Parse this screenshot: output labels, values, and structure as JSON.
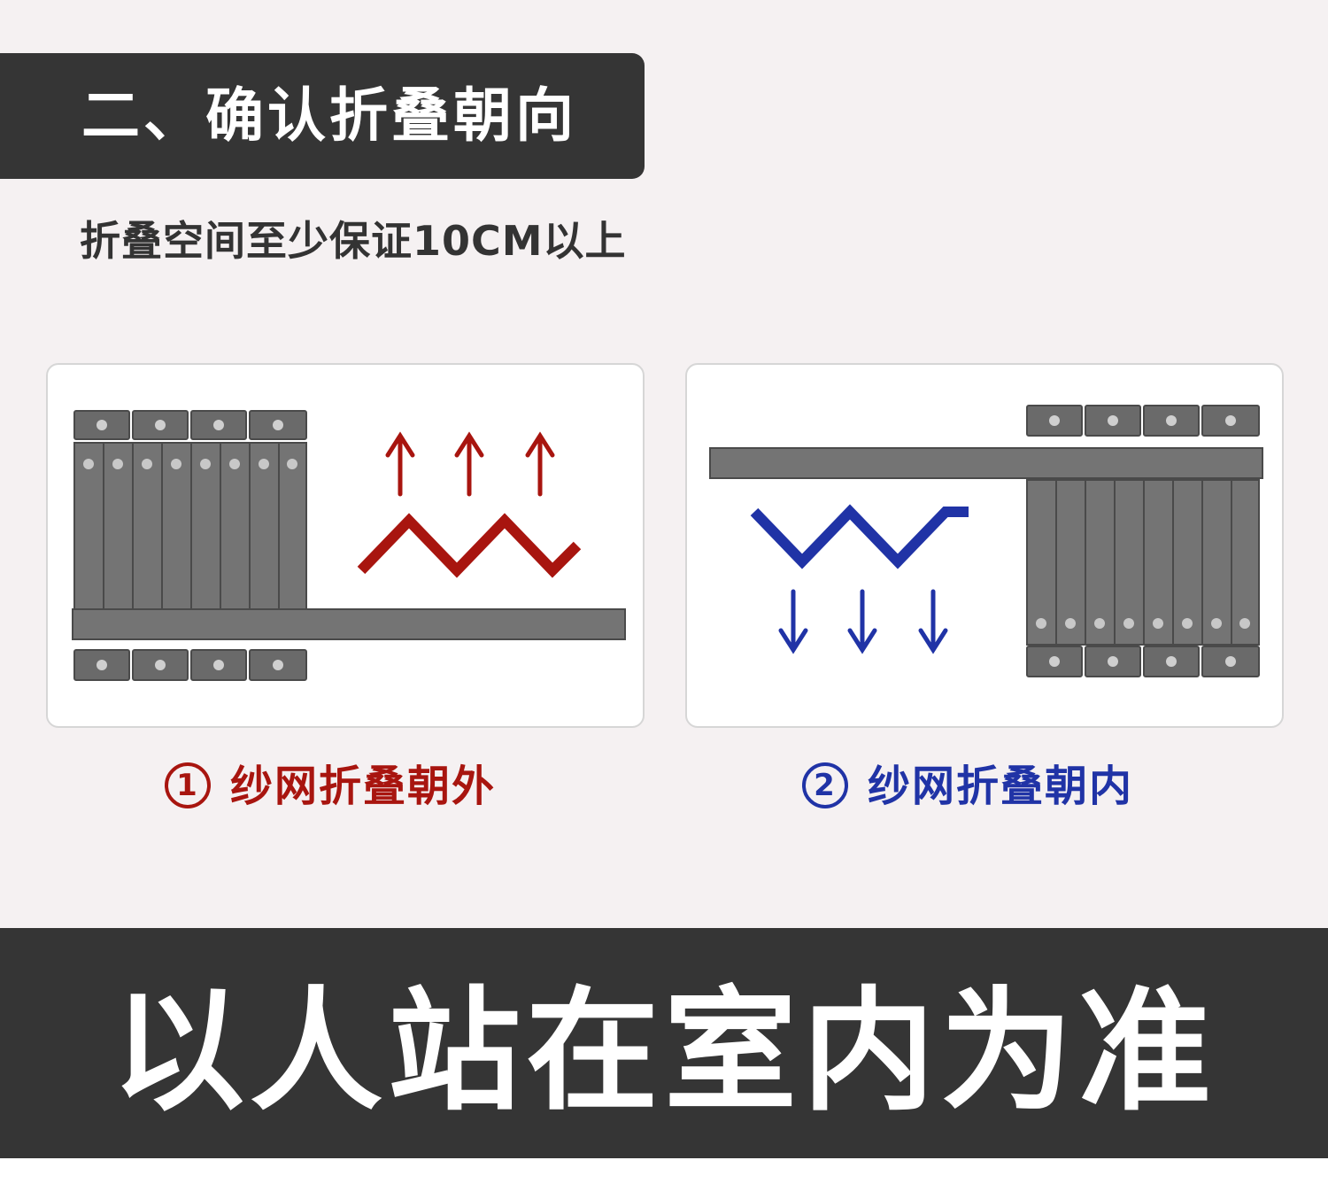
{
  "header": {
    "title": "二、确认折叠朝向"
  },
  "subtitle": "折叠空间至少保证10CM以上",
  "cards": [
    {
      "number": "1",
      "label": "纱网折叠朝外",
      "color": "#a8150f",
      "arrow_direction": "up",
      "zigzag_direction": "up"
    },
    {
      "number": "2",
      "label": "纱网折叠朝内",
      "color": "#2033a6",
      "arrow_direction": "down",
      "zigzag_direction": "down"
    }
  ],
  "footer": {
    "text": "以人站在室内为准"
  },
  "colors": {
    "panel_dark": "#353535",
    "screen_gray": "#727272",
    "red": "#a8150f",
    "blue": "#2033a6"
  }
}
